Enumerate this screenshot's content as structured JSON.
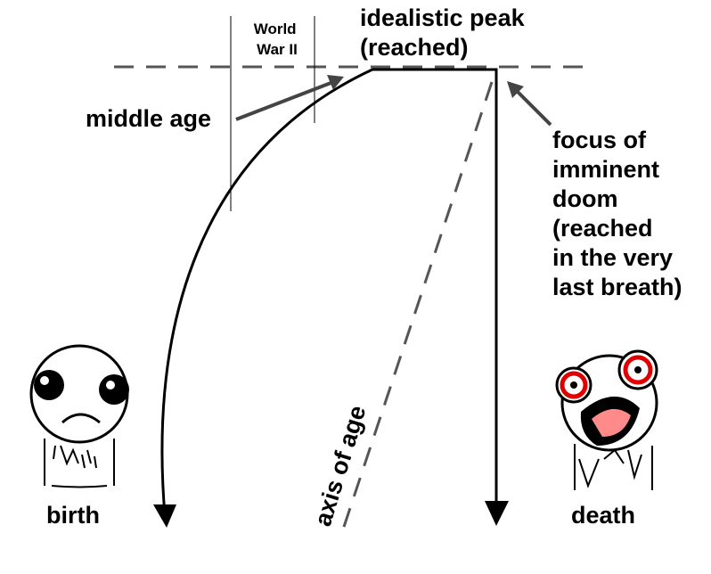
{
  "labels": {
    "world_war_ii": [
      "World",
      "War II"
    ],
    "idealistic_peak": [
      "idealistic peak",
      "(reached)"
    ],
    "middle_age": "middle age",
    "focus_of_doom": [
      "focus of",
      "imminent",
      "doom",
      "(reached",
      "in the very",
      "last breath)"
    ],
    "axis_of_age": "axis of age",
    "birth": "birth",
    "death": "death"
  },
  "colors": {
    "line": "#000000",
    "dashed_line": "#555555",
    "pointer_arrow": "#444444",
    "eye_red": "#e00000",
    "background": "#ffffff"
  }
}
